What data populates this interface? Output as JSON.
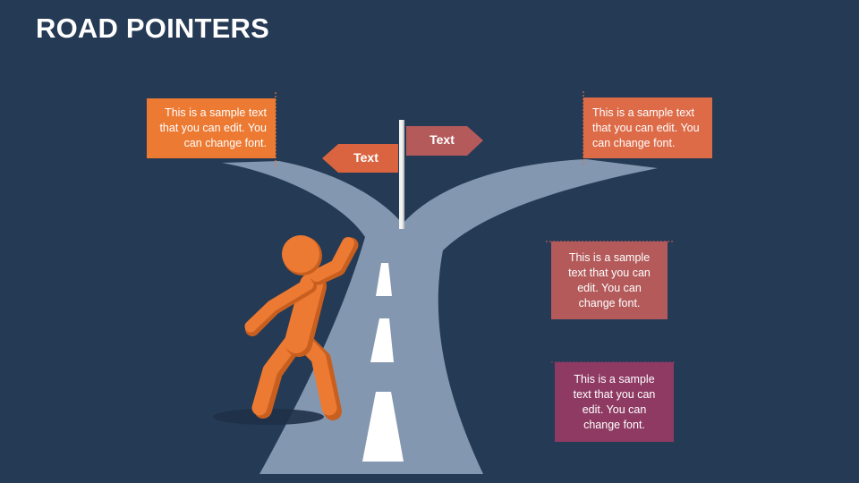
{
  "title": "ROAD POINTERS",
  "signs": {
    "left_label": "Text",
    "right_label": "Text"
  },
  "text_boxes": {
    "top_left": "This is a sample text that you can edit. You can change font.",
    "top_right": "This is a sample text that you can edit. You can change font.",
    "middle_right": "This is a sample text that you can edit. You can change font.",
    "bottom_right": "This is a sample text that you can edit. You can change font."
  },
  "colors": {
    "background": "#253a54",
    "road": "#8497b0",
    "lane_marks": "#ffffff",
    "figure": "#ec7a33",
    "box_top_left": "#ec7a33",
    "box_top_right": "#dd6b48",
    "box_middle_right": "#b45a5b",
    "box_bottom_right": "#8e3a63",
    "sign_left": "#d9643f",
    "sign_right": "#b45a5b"
  }
}
